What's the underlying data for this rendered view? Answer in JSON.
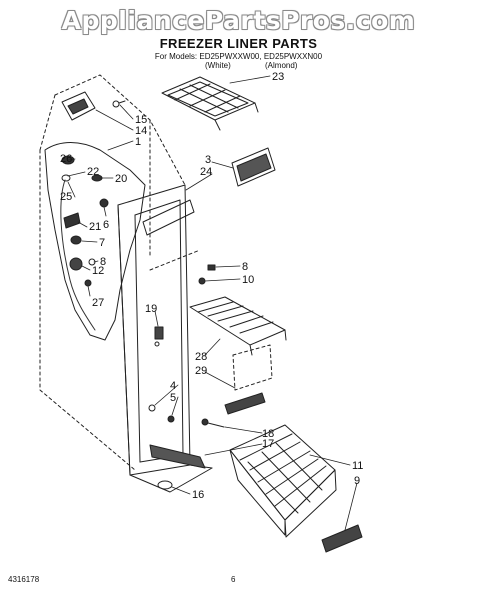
{
  "watermark": "AppliancePartsPros.com",
  "title": "FREEZER LINER PARTS",
  "models_line": "For Models: ED25PWXXW00, ED25PWXXN00",
  "variant_1": "(White)",
  "variant_2": "(Almond)",
  "footer_code": "4316178",
  "page_number": "6",
  "callouts": {
    "c15": "15",
    "c14": "14",
    "c1": "1",
    "c23": "23",
    "c3": "3",
    "c24": "24",
    "c26": "26",
    "c20": "20",
    "c22": "22",
    "c25": "25",
    "c6": "6",
    "c21": "21",
    "c7": "7",
    "c8a": "8",
    "c12": "12",
    "c27": "27",
    "c8b": "8",
    "c10": "10",
    "c19": "19",
    "c28": "28",
    "c29": "29",
    "c4": "4",
    "c5": "5",
    "c18": "18",
    "c17": "17",
    "c16": "16",
    "c11": "11",
    "c9": "9"
  }
}
